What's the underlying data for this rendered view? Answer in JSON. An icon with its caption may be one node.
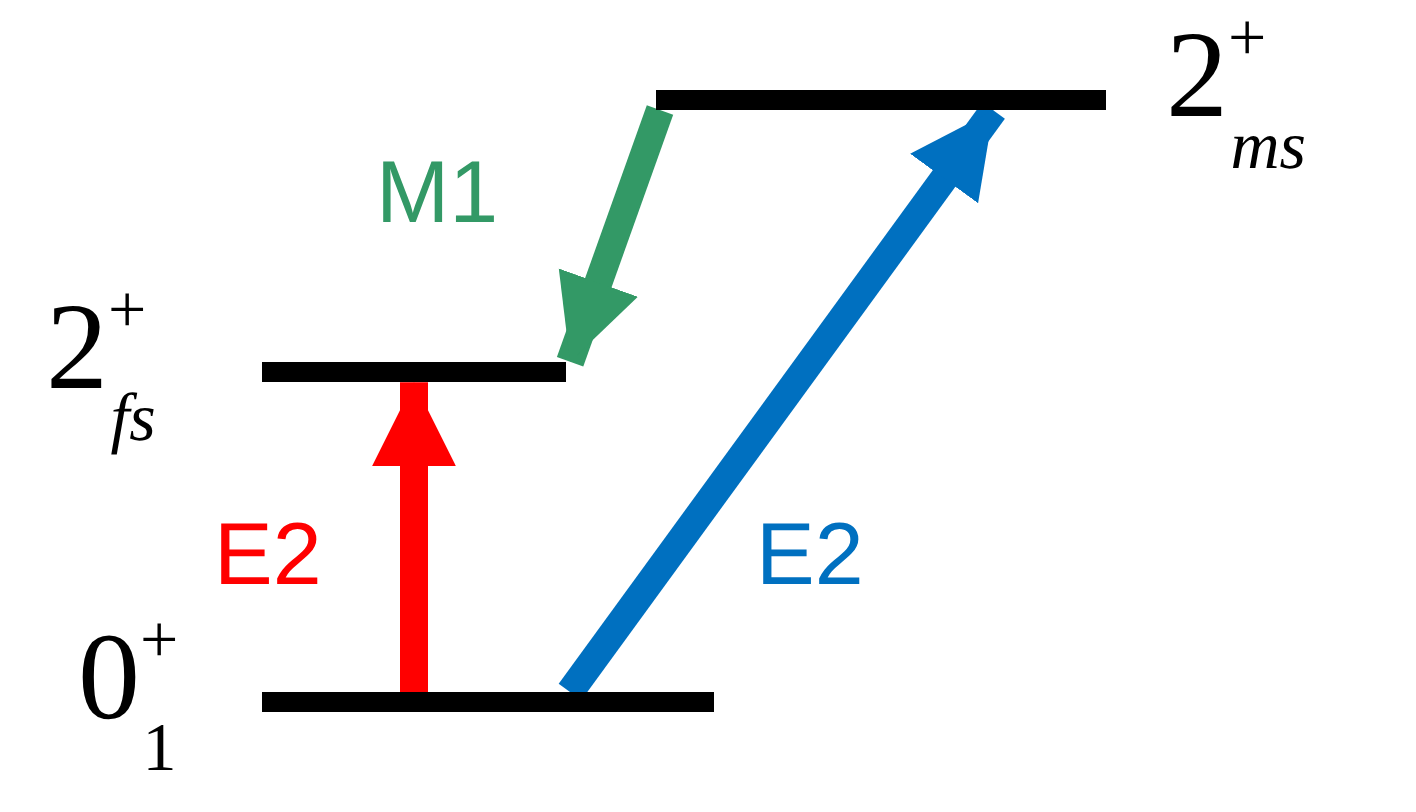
{
  "diagram": {
    "nodes": [
      {
        "text": [],
        "shape": "bar",
        "beside": [
          "2$^{+}$$_{ms}$"
        ]
      },
      {
        "text": [],
        "shape": "bar",
        "beside": [
          "2$^{+}$$_{fs}$"
        ]
      },
      {
        "text": [],
        "shape": "bar",
        "beside": [
          "0$^{+}$$_{1}$"
        ]
      }
    ],
    "edges": [
      {
        "from": 2,
        "to": 1,
        "arrow": "to",
        "label": "E2",
        "color": "#ff0000"
      },
      {
        "from": 2,
        "to": 0,
        "arrow": "to",
        "label": "E2",
        "color": "#0070c0"
      },
      {
        "from": 0,
        "to": 1,
        "arrow": "to",
        "label": "M1",
        "color": "#339966"
      }
    ]
  }
}
